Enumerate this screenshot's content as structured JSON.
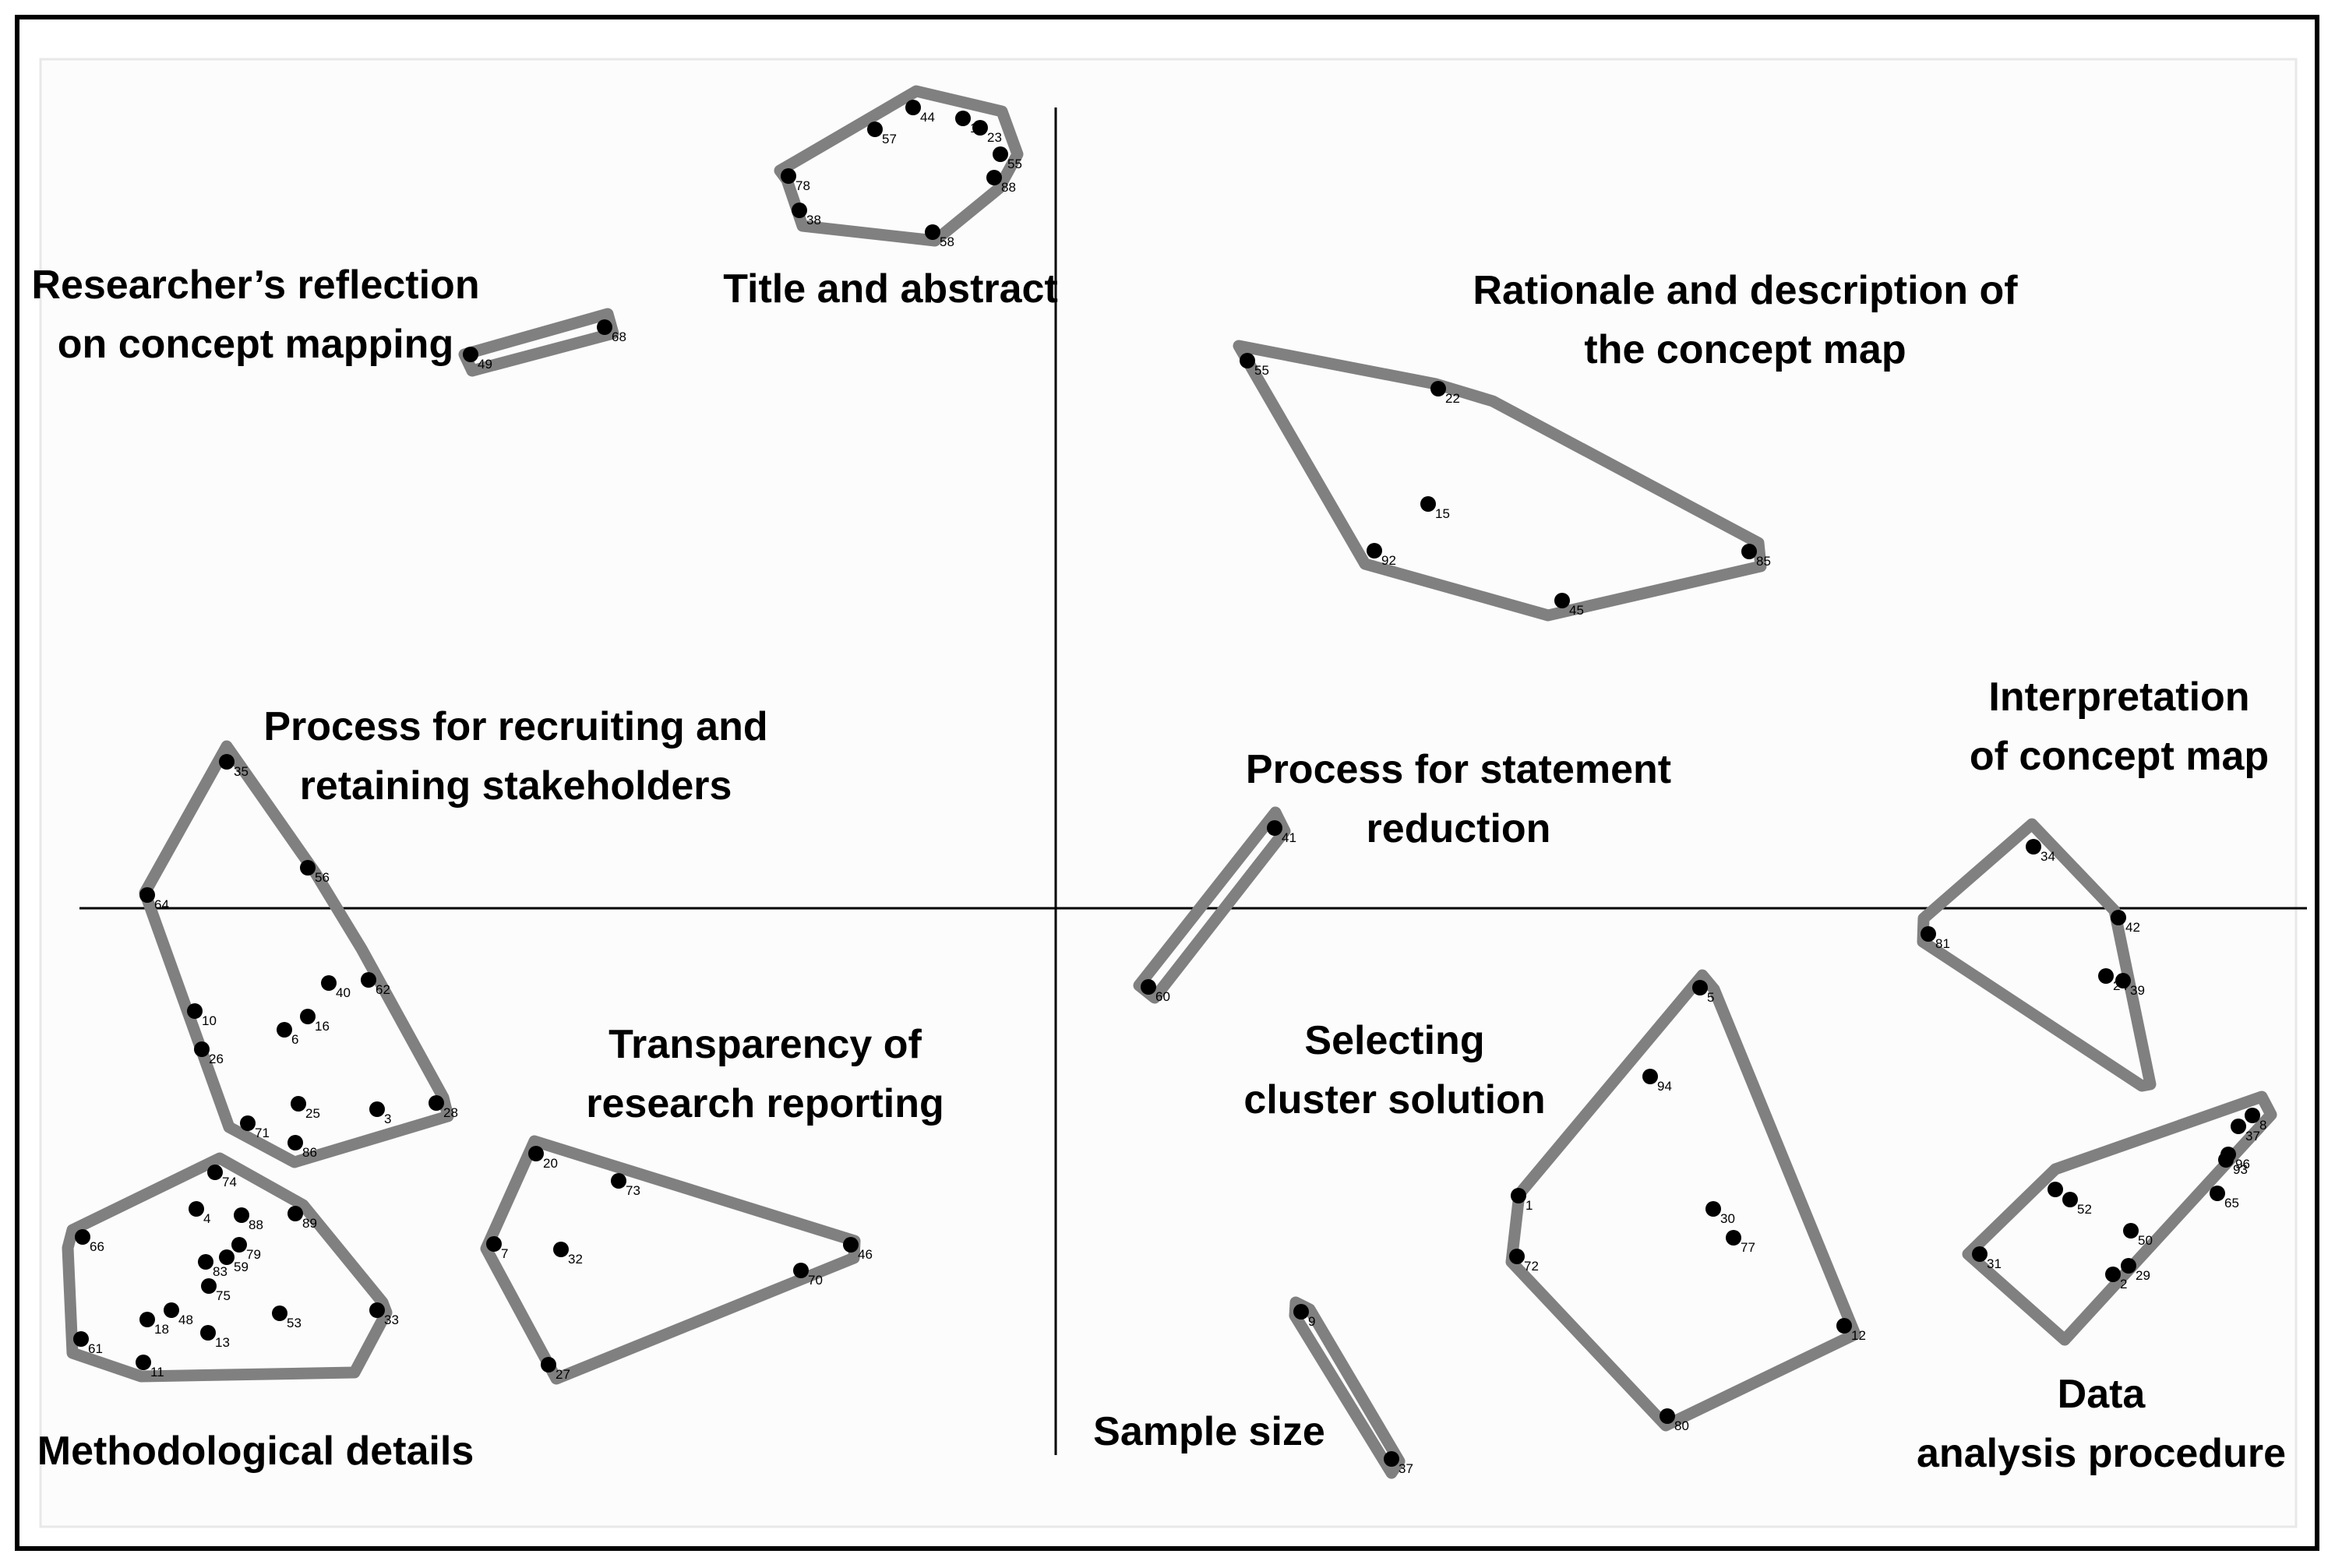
{
  "clusters": [
    {
      "label_lines": [
        "Title and abstract"
      ],
      "points": [
        [
          "57",
          ""
        ],
        [
          "44",
          ""
        ],
        [
          "14",
          ""
        ],
        [
          "23",
          ""
        ],
        [
          "55",
          ""
        ],
        [
          "88",
          ""
        ],
        [
          "78",
          ""
        ],
        [
          "38",
          ""
        ],
        [
          "58",
          ""
        ]
      ]
    },
    {
      "label_lines": [
        "Researcher’s reflection",
        "on concept mapping"
      ],
      "points": [
        [
          "49",
          ""
        ],
        [
          "68",
          ""
        ]
      ]
    },
    {
      "label_lines": [
        "Rationale and description of",
        "the concept map"
      ],
      "points": [
        [
          "55",
          ""
        ],
        [
          "22",
          ""
        ],
        [
          "15",
          ""
        ],
        [
          "92",
          ""
        ],
        [
          "45",
          ""
        ],
        [
          "85",
          ""
        ]
      ]
    },
    {
      "label_lines": [
        "Process for recruiting and",
        "retaining stakeholders"
      ],
      "points": [
        [
          "35",
          ""
        ],
        [
          "56",
          ""
        ],
        [
          "64",
          ""
        ],
        [
          "40",
          ""
        ],
        [
          "62",
          ""
        ],
        [
          "10",
          ""
        ],
        [
          "16",
          ""
        ],
        [
          "6",
          ""
        ],
        [
          "26",
          ""
        ],
        [
          "25",
          ""
        ],
        [
          "3",
          ""
        ],
        [
          "28",
          ""
        ],
        [
          "71",
          ""
        ],
        [
          "86",
          ""
        ]
      ]
    },
    {
      "label_lines": [
        "Process for statement",
        "reduction"
      ],
      "points": [
        [
          "41",
          ""
        ],
        [
          "60",
          ""
        ]
      ]
    },
    {
      "label_lines": [
        "Interpretation",
        "of concept map"
      ],
      "points": [
        [
          "34",
          ""
        ],
        [
          "81",
          ""
        ],
        [
          "42",
          ""
        ],
        [
          "24",
          ""
        ],
        [
          "39",
          ""
        ]
      ]
    },
    {
      "label_lines": [
        "Transparency of",
        "research reporting"
      ],
      "points": [
        [
          "20",
          ""
        ],
        [
          "73",
          ""
        ],
        [
          "7",
          ""
        ],
        [
          "32",
          ""
        ],
        [
          "70",
          ""
        ],
        [
          "46",
          ""
        ],
        [
          "27",
          ""
        ]
      ]
    },
    {
      "label_lines": [
        "Selecting",
        "cluster solution"
      ],
      "points": [
        [
          "5",
          ""
        ],
        [
          "94",
          ""
        ],
        [
          "1",
          ""
        ],
        [
          "30",
          ""
        ],
        [
          "77",
          ""
        ],
        [
          "72",
          ""
        ],
        [
          "12",
          ""
        ],
        [
          "80",
          ""
        ]
      ]
    },
    {
      "label_lines": [
        "Methodological details"
      ],
      "points": [
        [
          "74",
          ""
        ],
        [
          "4",
          ""
        ],
        [
          "88",
          ""
        ],
        [
          "89",
          ""
        ],
        [
          "66",
          ""
        ],
        [
          "79",
          ""
        ],
        [
          "59",
          ""
        ],
        [
          "83",
          ""
        ],
        [
          "75",
          ""
        ],
        [
          "48",
          ""
        ],
        [
          "18",
          ""
        ],
        [
          "13",
          ""
        ],
        [
          "53",
          ""
        ],
        [
          "33",
          ""
        ],
        [
          "61",
          ""
        ],
        [
          "11",
          ""
        ]
      ]
    },
    {
      "label_lines": [
        "Sample size"
      ],
      "points": [
        [
          "9",
          ""
        ],
        [
          "37",
          ""
        ]
      ]
    },
    {
      "label_lines": [
        "Data",
        "analysis procedure"
      ],
      "points": [
        [
          "8",
          ""
        ],
        [
          "37",
          ""
        ],
        [
          "96",
          ""
        ],
        [
          "93",
          ""
        ],
        [
          "65",
          ""
        ],
        [
          "36",
          ""
        ],
        [
          "52",
          ""
        ],
        [
          "50",
          ""
        ],
        [
          "31",
          ""
        ],
        [
          "29",
          ""
        ],
        [
          "2",
          ""
        ]
      ]
    }
  ]
}
